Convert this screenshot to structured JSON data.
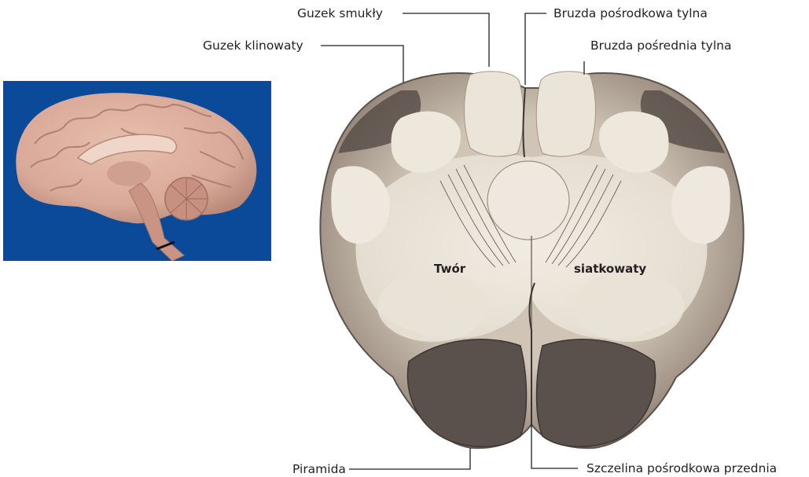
{
  "labels": {
    "gracile_tubercle": "Guzek smukły",
    "cuneate_tubercle": "Guzek klinowaty",
    "posterior_median_sulcus": "Bruzda pośrodkowa tylna",
    "posterior_intermediate_sulcus": "Bruzda pośrednia tylna",
    "pyramid": "Piramida",
    "anterior_median_fissure": "Szczelina pośrodkowa przednia"
  },
  "region_labels": {
    "reticular_left": "Twór",
    "reticular_right": "siatkowaty"
  },
  "colors": {
    "photo_background": "#0b4a99",
    "brain_tissue": "#d9a999",
    "section_outer": "#86786e",
    "section_inner": "#f1ebe1",
    "pyramid_fill": "#5b514c",
    "leader_line": "#231f20"
  }
}
